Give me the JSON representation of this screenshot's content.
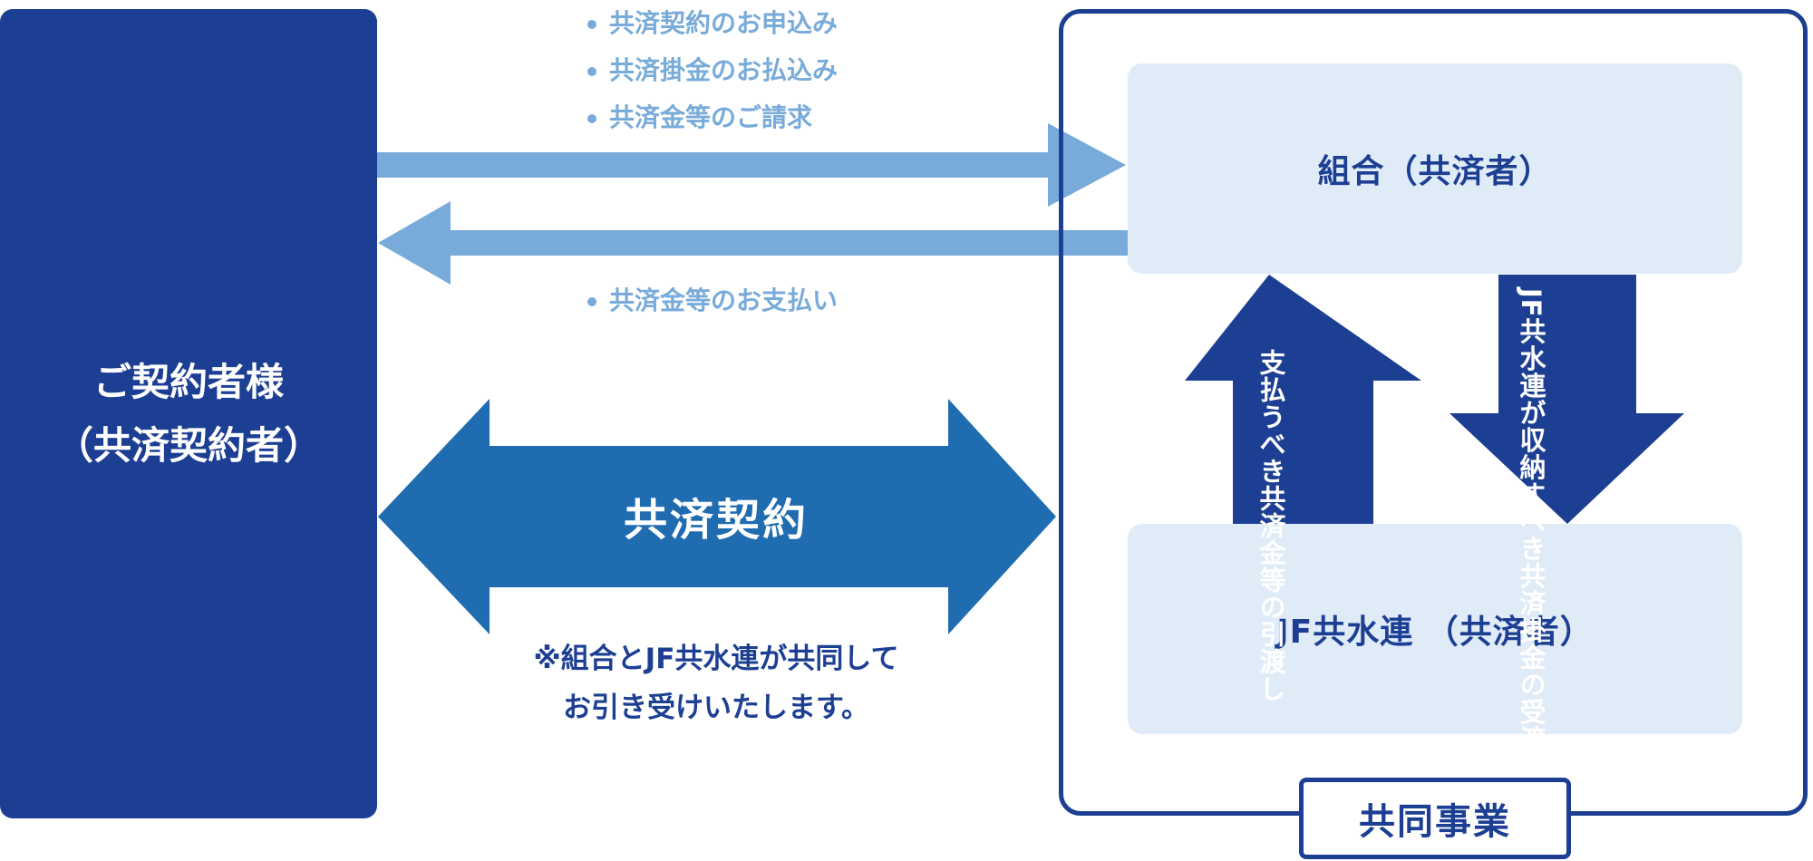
{
  "customer": {
    "line1": "ご契約者様",
    "line2": "（共済契約者）"
  },
  "top_items": [
    "共済契約のお申込み",
    "共済掛金のお払込み",
    "共済金等のご請求"
  ],
  "bottom_items": [
    "共済金等のお支払い"
  ],
  "contract": {
    "label": "共済契約",
    "note_line1": "※組合とJF共水連が共同して",
    "note_line2": "お引き受けいたします。"
  },
  "kumiai_label": "組合（共済者）",
  "jf_label": "JF共水連 （共済者）",
  "up_arrow_text": "支払うべき共済金等の引渡し",
  "down_arrow_text": "JF共水連が収納すべき共済掛金の受渡し",
  "joint_label": "共同事業",
  "colors": {
    "navy": "#1d3f93",
    "light_arrow": "#78abd9",
    "mid_blue": "#1f6cb0",
    "light_box": "#e0ebf8"
  }
}
